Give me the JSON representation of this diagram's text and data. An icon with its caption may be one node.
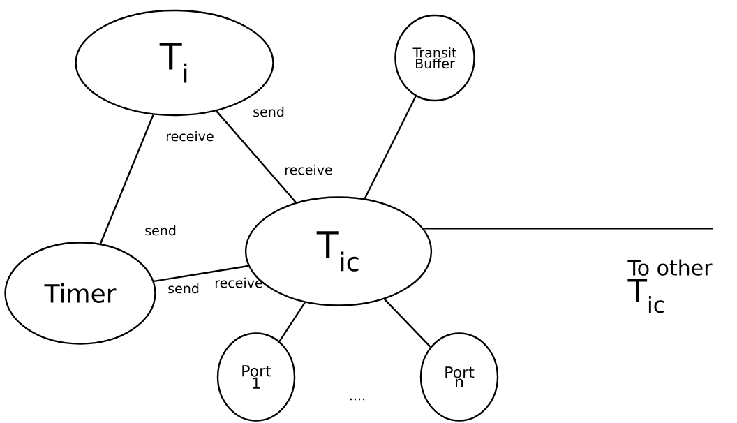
{
  "diagram": {
    "nodes": [
      {
        "text": [
          "T$_{i}$"
        ]
      },
      {
        "text": [
          "Transit Buffer"
        ]
      },
      {
        "text": [
          "Timer"
        ]
      },
      {
        "text": [
          "T$_{ic}$"
        ]
      },
      {
        "text": [
          "Port 1"
        ]
      },
      {
        "text": [
          "Port n"
        ]
      },
      {
        "text": [
          "To other",
          "T$_{ic}$"
        ]
      }
    ],
    "edges": [
      {
        "from": 0,
        "to": 2,
        "arrow": "none"
      },
      {
        "from": 0,
        "to": 3,
        "arrow": "none"
      },
      {
        "from": 1,
        "to": 3,
        "arrow": "none"
      },
      {
        "from": 2,
        "to": 3,
        "arrow": "none"
      },
      {
        "from": 3,
        "to": 4,
        "arrow": "none"
      },
      {
        "from": 3,
        "to": 5,
        "arrow": "none"
      },
      {
        "from": 3,
        "to": 6,
        "arrow": "none"
      }
    ],
    "labels": [
      "send",
      "receive",
      "receive",
      "send",
      "receive",
      "send",
      "...."
    ]
  }
}
